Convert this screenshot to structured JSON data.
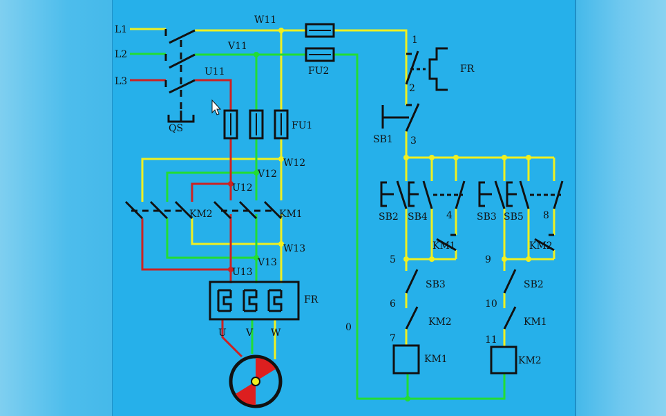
{
  "diagram": {
    "lines_in": [
      "L1",
      "L2",
      "L3"
    ],
    "switch_label": "QS",
    "nodes": {
      "w11": "W11",
      "v11": "V11",
      "u11": "U11",
      "w12": "W12",
      "v12": "V12",
      "u12": "U12",
      "w13": "W13",
      "v13": "V13",
      "u13": "U13"
    },
    "fuse_main": "FU1",
    "fuse_ctrl": "FU2",
    "contactor_left": "KM2",
    "contactor_right": "KM1",
    "overload": "FR",
    "motor_terminals": [
      "U",
      "V",
      "W"
    ],
    "wire_numbers": [
      "0",
      "1",
      "2",
      "3",
      "4",
      "5",
      "6",
      "7",
      "8",
      "9",
      "10",
      "11"
    ],
    "ctrl_labels": {
      "fr": "FR",
      "sb1": "SB1",
      "sb2": "SB2",
      "sb4": "SB4",
      "sb3": "SB3",
      "sb5": "SB5",
      "km1_aux": "KM1",
      "km2_aux": "KM2",
      "sb3_nc": "SB3",
      "km2_il": "KM2",
      "km1_coil": "KM1",
      "sb2_nc": "SB2",
      "km1_il": "KM1",
      "km2_coil": "KM2"
    },
    "colors": {
      "phase_l1": "#f0f020",
      "phase_l2": "#22dd33",
      "phase_l3": "#cc2222",
      "component": "#111111",
      "background": "#26b0ea"
    }
  }
}
